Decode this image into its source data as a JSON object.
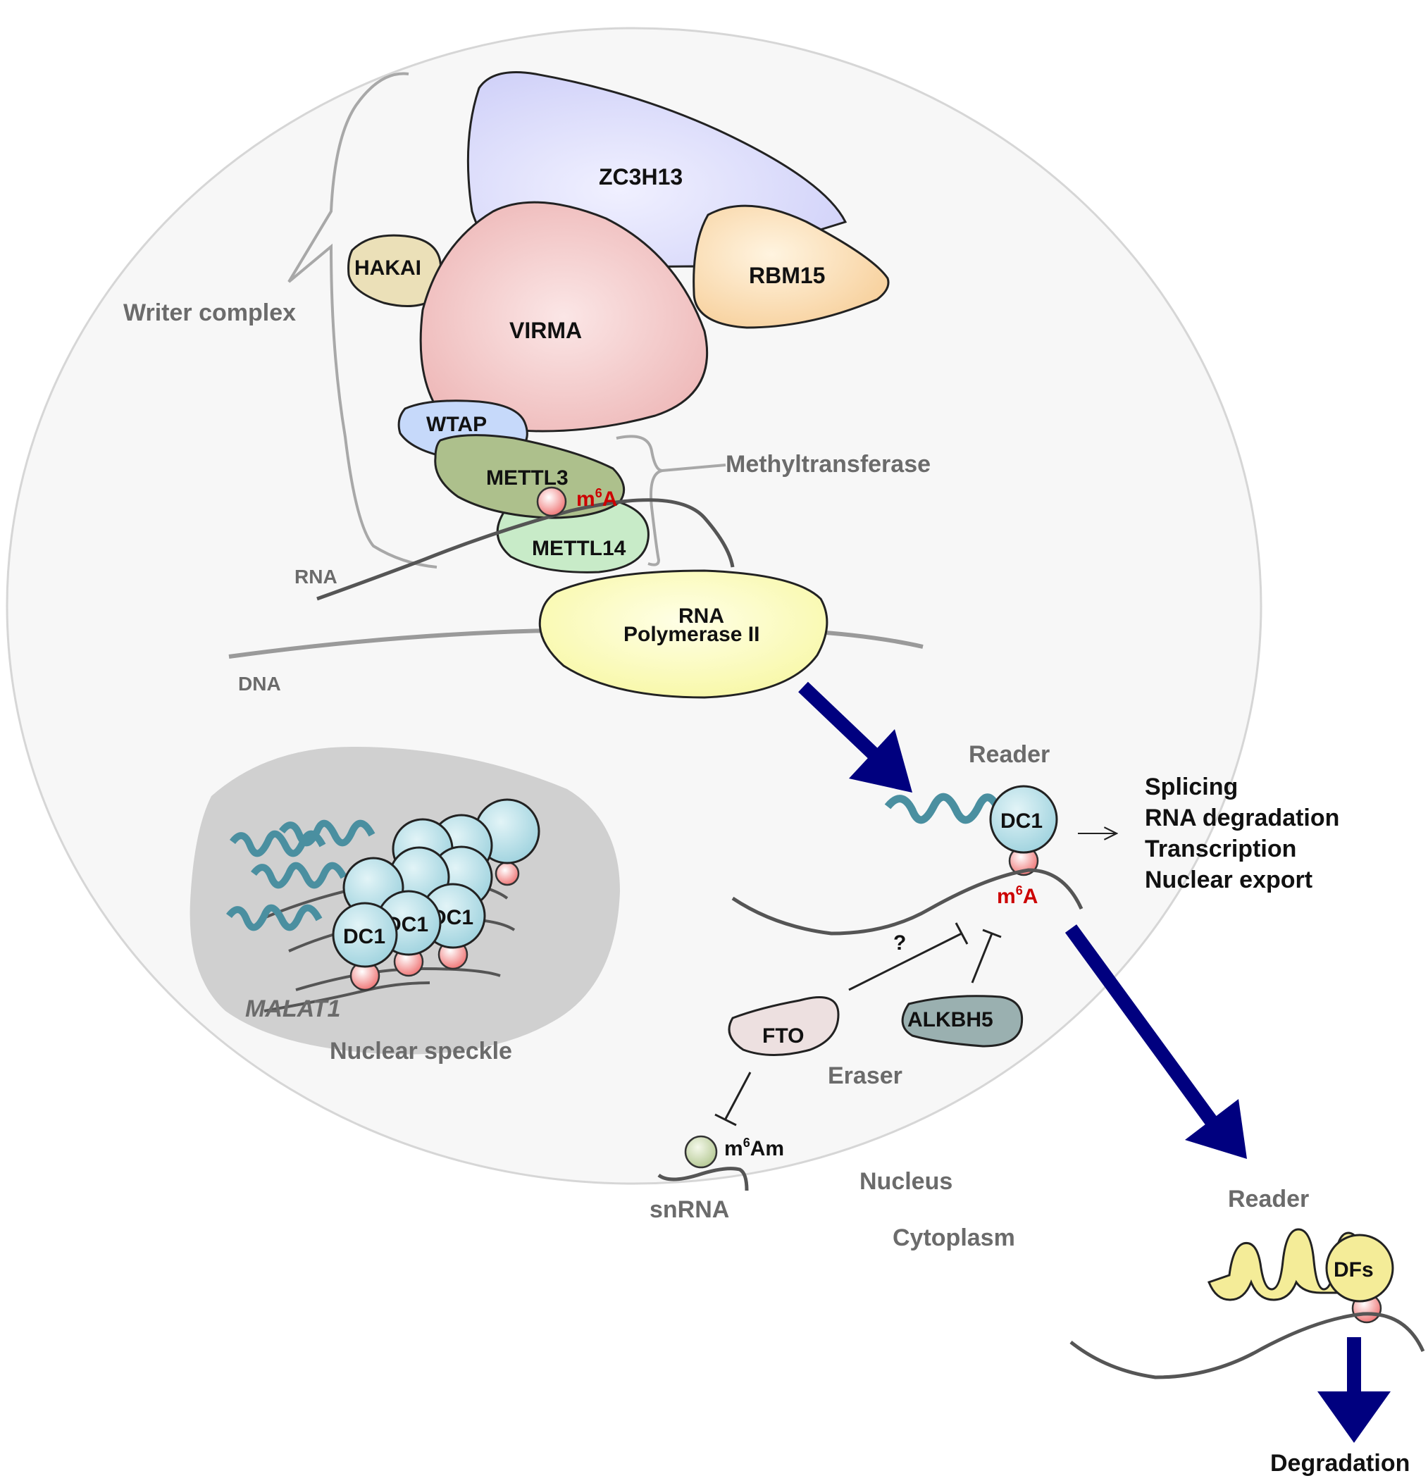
{
  "labels": {
    "writer_complex": "Writer complex",
    "methyltransferase": "Methyltransferase",
    "zc3h13": "ZC3H13",
    "hakai": "HAKAI",
    "rbm15": "RBM15",
    "virma": "VIRMA",
    "wtap": "WTAP",
    "mettl3": "METTL3",
    "mettl14": "METTL14",
    "m6a_base": "m",
    "m6a_sup": "6",
    "m6a_tail": "A",
    "rna": "RNA",
    "dna": "DNA",
    "pol2_line1": "RNA",
    "pol2_line2": "Polymerase II",
    "reader_nuclear": "Reader",
    "reader_cyto": "Reader",
    "dc1": "DC1",
    "dc1_speckle_partial_1": "DC1",
    "dc1_speckle_partial_2": "DC1",
    "malat1": "MALAT1",
    "nuclear_speckle": "Nuclear speckle",
    "question": "?",
    "fto": "FTO",
    "alkbh5": "ALKBH5",
    "eraser": "Eraser",
    "m6am_base": "m",
    "m6am_sup": "6",
    "m6am_tail": "Am",
    "snrna": "snRNA",
    "nucleus": "Nucleus",
    "cytoplasm": "Cytoplasm",
    "dfs": "DFs",
    "degradation": "Degradation"
  },
  "functions": [
    "Splicing",
    "RNA degradation",
    "Transcription",
    "Nuclear export"
  ],
  "colors": {
    "nucleus_fill": "#f7f7f7",
    "nucleus_stroke": "#d6d6d6",
    "speckle": "#d0d0d0",
    "zc3h13": "#d8d8fb",
    "rbm15": "#fbd9b0",
    "hakai": "#ebe0b8",
    "virma": "#efbcbc",
    "wtap": "#c6d9fa",
    "mettl3": "#adc08c",
    "mettl14": "#c8ebc8",
    "pol2": "#fbfbb4",
    "dc1": "#aedce6",
    "dfs": "#f4ec98",
    "m6a_dot": "#f08a8a",
    "m6am_dot": "#c8d8b0",
    "fto": "#ede0e0",
    "alkbh5": "#9ab0b0",
    "arrow": "#00007f",
    "bracket": "#a8a8a8",
    "strand": "#555555"
  }
}
